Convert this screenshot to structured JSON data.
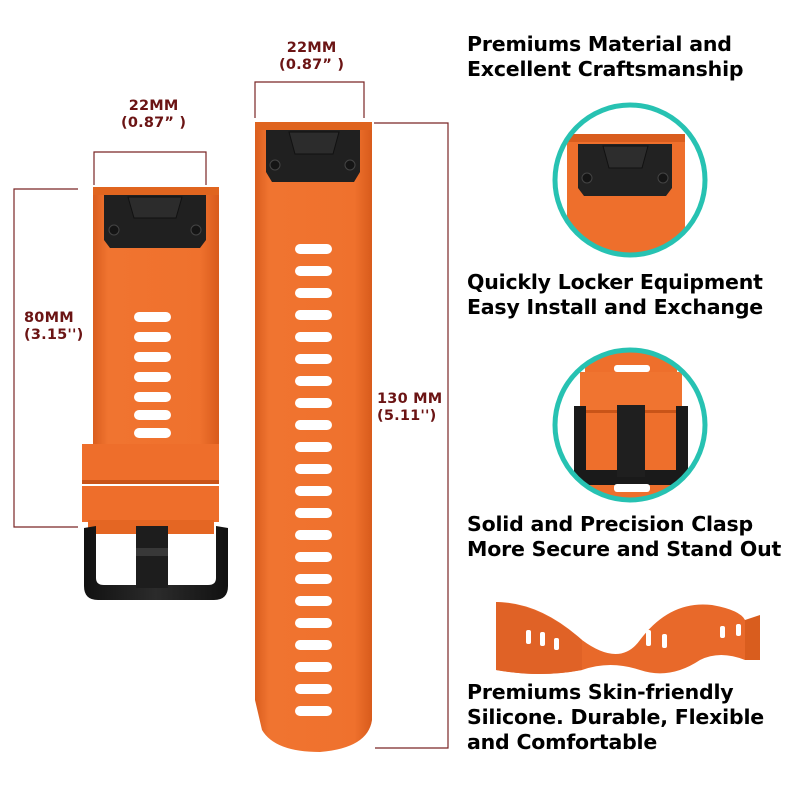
{
  "colors": {
    "strap_orange": "#ee6f2c",
    "strap_orange_dark": "#d45a1c",
    "strap_orange_light": "#f58a4a",
    "buckle_black": "#1a1a1a",
    "dimension_line": "#7a2626",
    "dimension_text": "#6b1414",
    "accent_circle": "#27c2b2",
    "feature_text": "#000000"
  },
  "dimensions": {
    "short_strap_width": {
      "mm": "22MM",
      "inch": "(0.87” )"
    },
    "long_strap_width": {
      "mm": "22MM",
      "inch": "(0.87” )"
    },
    "short_strap_length": {
      "mm": "80MM",
      "inch": "(3.15'')"
    },
    "long_strap_length": {
      "mm": "130 MM",
      "inch": "(5.11'')"
    }
  },
  "features": [
    {
      "line1": "Premiums Material and",
      "line2": "Excellent Craftsmanship",
      "icon": "quick-release-lug-closeup"
    },
    {
      "line1": "Quickly Locker Equipment",
      "line2": "Easy Install and Exchange",
      "icon": "buckle-closeup"
    },
    {
      "line1": "Solid and Precision Clasp",
      "line2": "More Secure and Stand Out",
      "icon": "twisted-strap"
    },
    {
      "line1": "Premiums Skin-friendly",
      "line2": "Silicone. Durable, Flexible",
      "line3": "and Comfortable"
    }
  ]
}
